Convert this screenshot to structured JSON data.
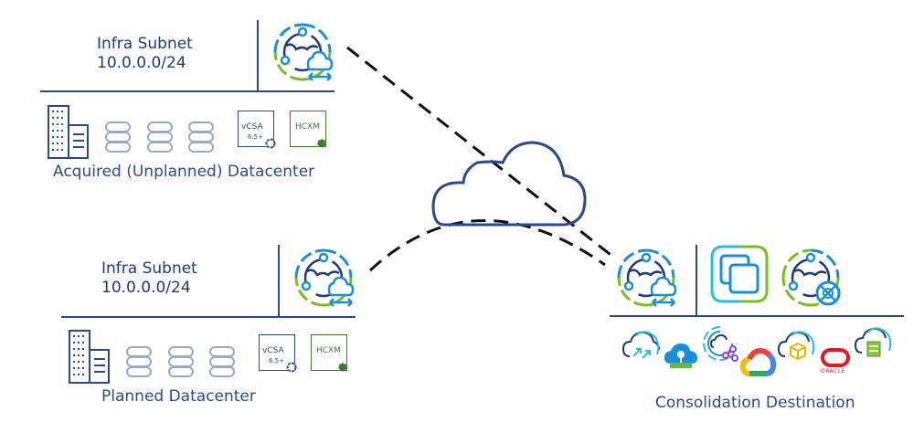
{
  "sites": {
    "acquired": {
      "subnet_label": "Infra Subnet",
      "subnet_cidr": "10.0.0.0/24",
      "caption": "Acquired (Unplanned) Datacenter",
      "vcsa_label": "vCSA",
      "vcsa_version": "6.5+",
      "hcxm_label": "HCXM"
    },
    "planned": {
      "subnet_label": "Infra Subnet",
      "subnet_cidr": "10.0.0.0/24",
      "caption": "Planned Datacenter",
      "vcsa_label": "vCSA",
      "vcsa_version": "6.5+",
      "hcxm_label": "HCXM"
    },
    "destination": {
      "caption": "Consolidation Destination",
      "oracle_label": "ORACLE"
    }
  },
  "colors": {
    "navy": "#1f3a78",
    "line": "#2b4c8c",
    "blue": "#1a8fd8",
    "cyan": "#2bbde0",
    "green": "#78be20",
    "gray": "#9aa9c4",
    "hcxm_green": "#3b7d2a",
    "oracle_red": "#e8161b",
    "purple": "#9b46c9",
    "yellow": "#f0b400"
  }
}
